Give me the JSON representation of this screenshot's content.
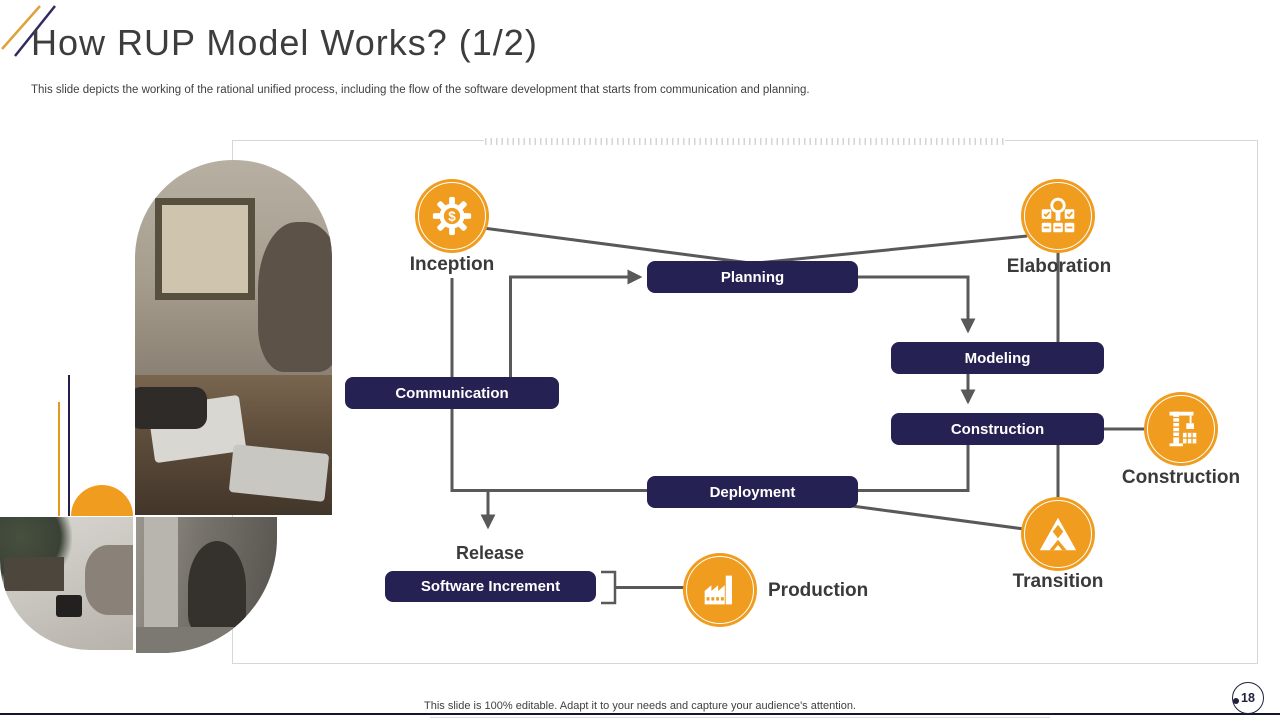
{
  "slide": {
    "title": "How RUP Model Works? (1/2)",
    "subtitle": "This slide depicts the working of the rational unified process, including the flow of the software development that starts from communication and planning.",
    "footer": "This slide is 100% editable. Adapt it to your needs and capture your audience's attention.",
    "page_number": "18"
  },
  "phases": {
    "inception": "Inception",
    "elaboration": "Elaboration",
    "construction": "Construction",
    "transition": "Transition",
    "production": "Production"
  },
  "activities": {
    "planning": "Planning",
    "communication": "Communication",
    "modeling": "Modeling",
    "construction": "Construction",
    "deployment": "Deployment",
    "software_increment": "Software Increment"
  },
  "labels": {
    "release": "Release"
  },
  "icons": {
    "inception": "gear-dollar-icon",
    "elaboration": "magnifier-checklist-icon",
    "construction": "crane-icon",
    "transition": "mountain-badge-icon",
    "production": "factory-icon"
  },
  "colors": {
    "accent_orange": "#F09C1F",
    "navy": "#252152",
    "connector_gray": "#595959",
    "panel_border": "#D6D6D6"
  }
}
